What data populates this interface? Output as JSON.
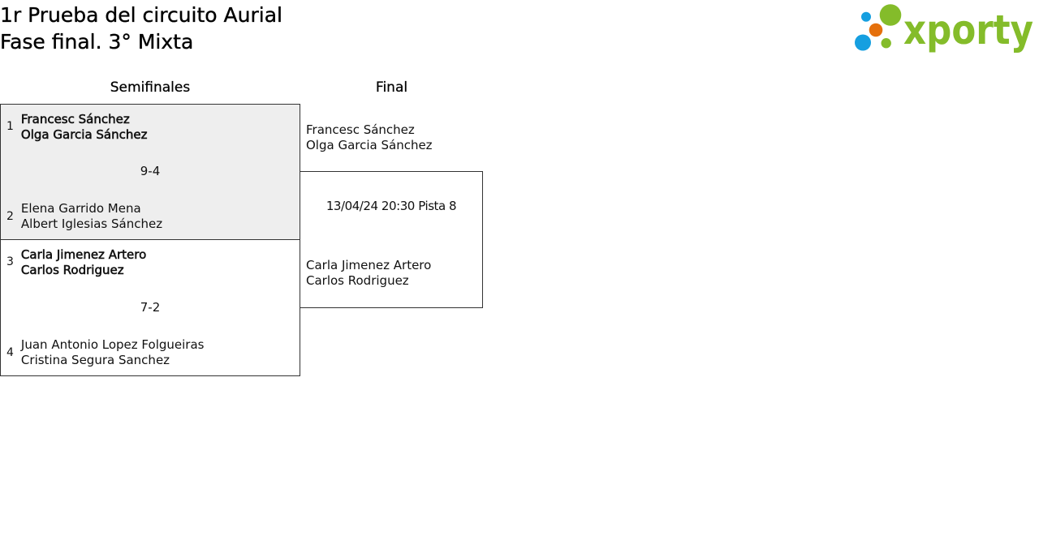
{
  "page": {
    "title": "1r Prueba del circuito Aurial",
    "subtitle": "Fase final. 3° Mixta"
  },
  "logo": {
    "text": "xporty",
    "colors": {
      "green": "#84bc2a",
      "blue": "#169fe0",
      "orange": "#e5700c"
    }
  },
  "theme": {
    "border": "#333333",
    "highlight": "#eeeeee",
    "text": "#111111"
  },
  "bracket": {
    "rounds": [
      {
        "name": "Semifinales",
        "matches": [
          {
            "highlighted": true,
            "score": "9-4",
            "teams": [
              {
                "seed": "1",
                "winner": true,
                "players": [
                  "Francesc Sánchez",
                  "Olga Garcia Sánchez"
                ]
              },
              {
                "seed": "2",
                "winner": false,
                "players": [
                  "Elena Garrido Mena",
                  "Albert Iglesias Sánchez"
                ]
              }
            ]
          },
          {
            "highlighted": false,
            "score": "7-2",
            "teams": [
              {
                "seed": "3",
                "winner": true,
                "players": [
                  "Carla Jimenez Artero",
                  "Carlos Rodriguez"
                ]
              },
              {
                "seed": "4",
                "winner": false,
                "players": [
                  "Juan Antonio Lopez Folgueiras",
                  "Cristina Segura Sanchez"
                ]
              }
            ]
          }
        ]
      },
      {
        "name": "Final",
        "matches": [
          {
            "schedule": "13/04/24 20:30 Pista 8",
            "teams": [
              {
                "players": [
                  "Francesc Sánchez",
                  "Olga Garcia Sánchez"
                ]
              },
              {
                "players": [
                  "Carla Jimenez Artero",
                  "Carlos Rodriguez"
                ]
              }
            ]
          }
        ]
      }
    ]
  }
}
